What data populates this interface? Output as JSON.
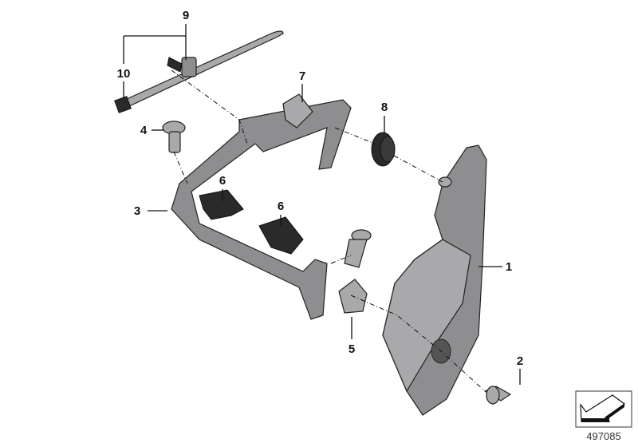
{
  "diagram": {
    "callouts": [
      "9",
      "10",
      "7",
      "8",
      "4",
      "6",
      "6",
      "3",
      "1",
      "5",
      "2"
    ],
    "reference_number": "497085",
    "icon": "arrow-down-left-icon"
  }
}
